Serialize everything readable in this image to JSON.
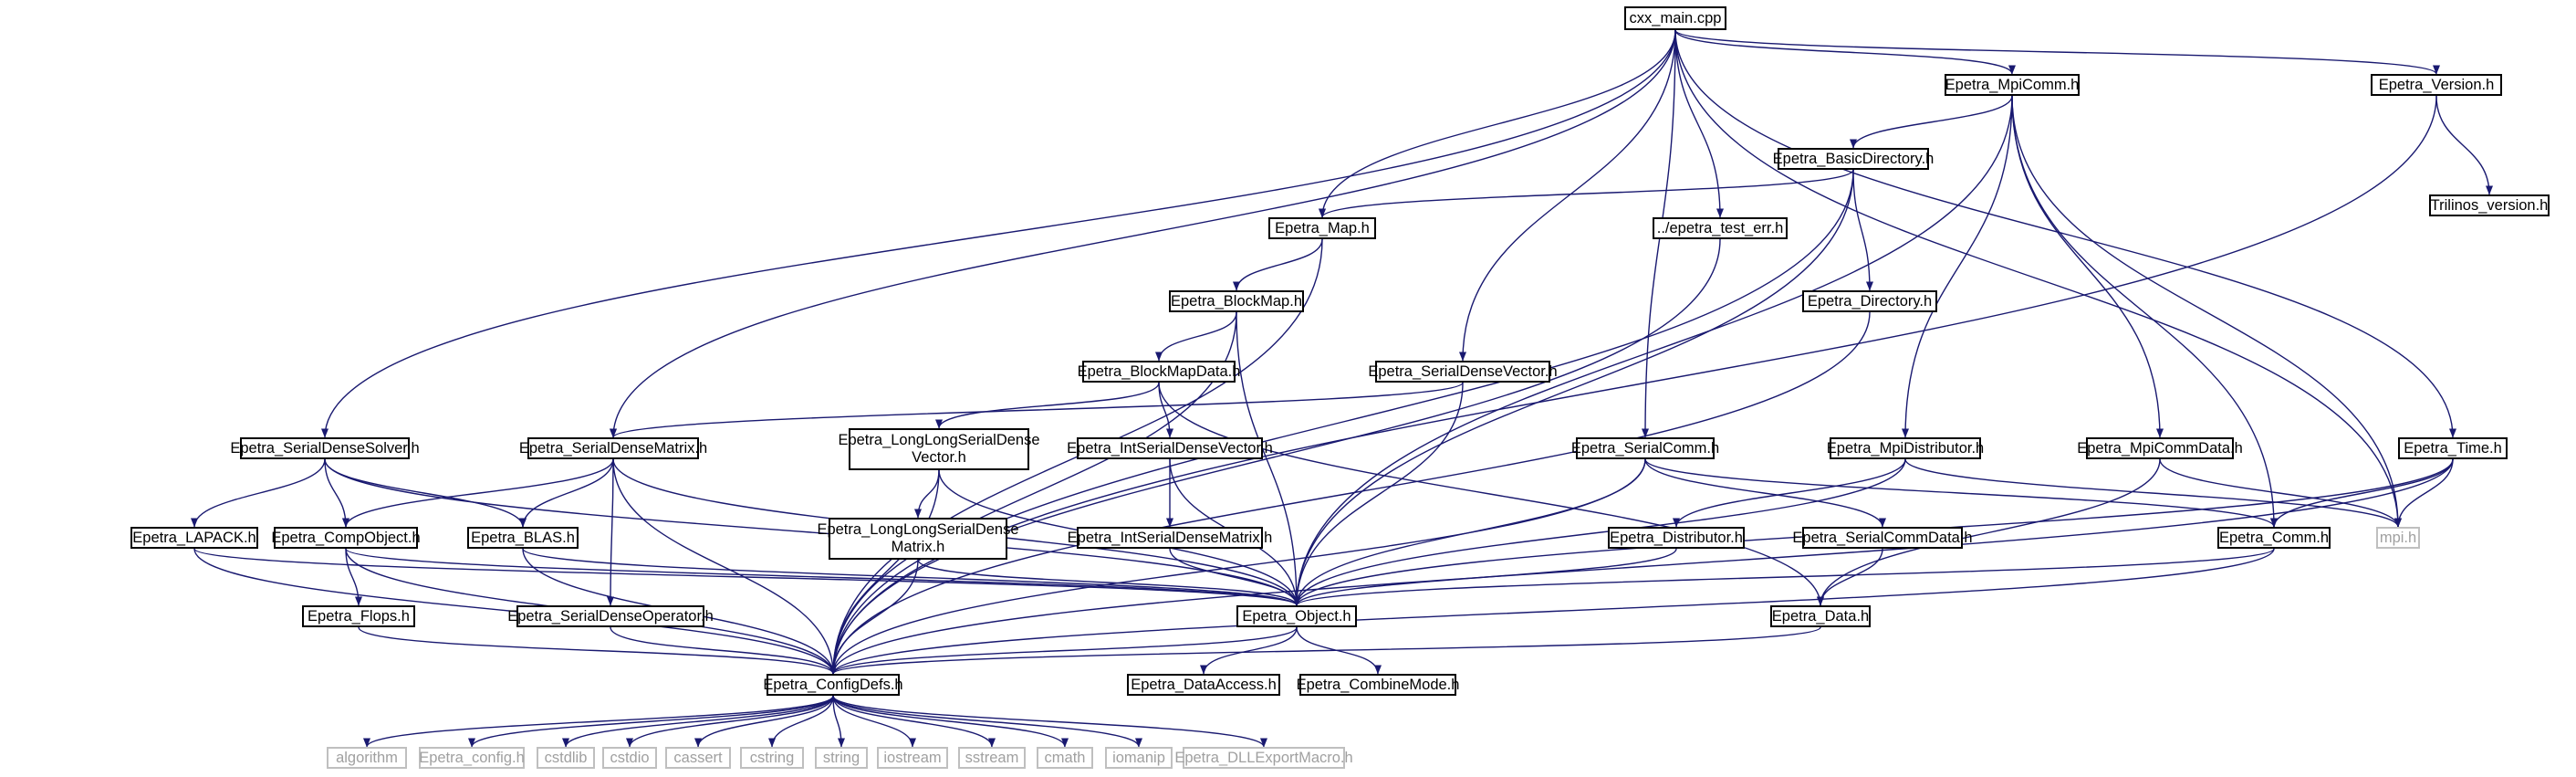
{
  "graph": {
    "edge_color": "#191970",
    "root_fill": "#bfbfbf",
    "external_border": "#bfbfbf",
    "nodes": [
      {
        "id": "cxx_main",
        "label": "cxx_main.cpp",
        "kind": "root",
        "link": false
      },
      {
        "id": "mpicomm",
        "label": "Epetra_MpiComm.h",
        "kind": "file",
        "link": true
      },
      {
        "id": "version",
        "label": "Epetra_Version.h",
        "kind": "file",
        "link": true
      },
      {
        "id": "trilinos_version",
        "label": "Trilinos_version.h",
        "kind": "external",
        "link": false
      },
      {
        "id": "basicdir",
        "label": "Epetra_BasicDirectory.h",
        "kind": "file",
        "link": true
      },
      {
        "id": "map",
        "label": "Epetra_Map.h",
        "kind": "file",
        "link": true
      },
      {
        "id": "test_err",
        "label": "../epetra_test_err.h",
        "kind": "file",
        "link": true
      },
      {
        "id": "blockmap",
        "label": "Epetra_BlockMap.h",
        "kind": "file",
        "link": true
      },
      {
        "id": "directory",
        "label": "Epetra_Directory.h",
        "kind": "file",
        "link": true
      },
      {
        "id": "blockmapdata",
        "label": "Epetra_BlockMapData.h",
        "kind": "file",
        "link": true
      },
      {
        "id": "sdvector",
        "label": "Epetra_SerialDenseVector.h",
        "kind": "file",
        "link": true
      },
      {
        "id": "sdsolver",
        "label": "Epetra_SerialDenseSolver.h",
        "kind": "file",
        "link": true
      },
      {
        "id": "sdmatrix",
        "label": "Epetra_SerialDenseMatrix.h",
        "kind": "file",
        "link": true
      },
      {
        "id": "llsdvector",
        "label": "Epetra_LongLongSerialDense\nVector.h",
        "kind": "file",
        "link": true
      },
      {
        "id": "isdvector",
        "label": "Epetra_IntSerialDenseVector.h",
        "kind": "file",
        "link": true
      },
      {
        "id": "serialcomm",
        "label": "Epetra_SerialComm.h",
        "kind": "file",
        "link": true
      },
      {
        "id": "mpidistributor",
        "label": "Epetra_MpiDistributor.h",
        "kind": "file",
        "link": true
      },
      {
        "id": "mpicommdata",
        "label": "Epetra_MpiCommData.h",
        "kind": "file",
        "link": true
      },
      {
        "id": "time",
        "label": "Epetra_Time.h",
        "kind": "file",
        "link": true
      },
      {
        "id": "lapack",
        "label": "Epetra_LAPACK.h",
        "kind": "file",
        "link": true
      },
      {
        "id": "compobject",
        "label": "Epetra_CompObject.h",
        "kind": "file",
        "link": true
      },
      {
        "id": "blas",
        "label": "Epetra_BLAS.h",
        "kind": "file",
        "link": true
      },
      {
        "id": "llsdmatrix",
        "label": "Epetra_LongLongSerialDense\nMatrix.h",
        "kind": "file",
        "link": true
      },
      {
        "id": "isdmatrix",
        "label": "Epetra_IntSerialDenseMatrix.h",
        "kind": "file",
        "link": true
      },
      {
        "id": "distributor",
        "label": "Epetra_Distributor.h",
        "kind": "file",
        "link": true
      },
      {
        "id": "serialcommdata",
        "label": "Epetra_SerialCommData.h",
        "kind": "file",
        "link": true
      },
      {
        "id": "comm",
        "label": "Epetra_Comm.h",
        "kind": "file",
        "link": true
      },
      {
        "id": "mpi",
        "label": "mpi.h",
        "kind": "external",
        "link": false
      },
      {
        "id": "flops",
        "label": "Epetra_Flops.h",
        "kind": "file",
        "link": true
      },
      {
        "id": "sdoperator",
        "label": "Epetra_SerialDenseOperator.h",
        "kind": "file",
        "link": true
      },
      {
        "id": "object",
        "label": "Epetra_Object.h",
        "kind": "file",
        "link": true
      },
      {
        "id": "data",
        "label": "Epetra_Data.h",
        "kind": "file",
        "link": true
      },
      {
        "id": "configdefs",
        "label": "Epetra_ConfigDefs.h",
        "kind": "file",
        "link": true
      },
      {
        "id": "dataaccess",
        "label": "Epetra_DataAccess.h",
        "kind": "file",
        "link": true
      },
      {
        "id": "combinemode",
        "label": "Epetra_CombineMode.h",
        "kind": "file",
        "link": true
      },
      {
        "id": "algorithm",
        "label": "algorithm",
        "kind": "external",
        "link": false
      },
      {
        "id": "epetra_config",
        "label": "Epetra_config.h",
        "kind": "external",
        "link": false
      },
      {
        "id": "cstdlib",
        "label": "cstdlib",
        "kind": "external",
        "link": false
      },
      {
        "id": "cstdio",
        "label": "cstdio",
        "kind": "external",
        "link": false
      },
      {
        "id": "cassert",
        "label": "cassert",
        "kind": "external",
        "link": false
      },
      {
        "id": "cstring",
        "label": "cstring",
        "kind": "external",
        "link": false
      },
      {
        "id": "string",
        "label": "string",
        "kind": "external",
        "link": false
      },
      {
        "id": "iostream",
        "label": "iostream",
        "kind": "external",
        "link": false
      },
      {
        "id": "sstream",
        "label": "sstream",
        "kind": "external",
        "link": false
      },
      {
        "id": "cmath",
        "label": "cmath",
        "kind": "external",
        "link": false
      },
      {
        "id": "iomanip",
        "label": "iomanip",
        "kind": "external",
        "link": false
      },
      {
        "id": "dllexport",
        "label": "Epetra_DLLExportMacro.h",
        "kind": "external",
        "link": false
      }
    ],
    "edges": [
      [
        "cxx_main",
        "mpicomm"
      ],
      [
        "cxx_main",
        "version"
      ],
      [
        "cxx_main",
        "map"
      ],
      [
        "cxx_main",
        "test_err"
      ],
      [
        "cxx_main",
        "sdvector"
      ],
      [
        "cxx_main",
        "sdsolver"
      ],
      [
        "cxx_main",
        "sdmatrix"
      ],
      [
        "cxx_main",
        "serialcomm"
      ],
      [
        "cxx_main",
        "time"
      ],
      [
        "cxx_main",
        "mpi"
      ],
      [
        "mpicomm",
        "basicdir"
      ],
      [
        "mpicomm",
        "mpidistributor"
      ],
      [
        "mpicomm",
        "mpicommdata"
      ],
      [
        "mpicomm",
        "comm"
      ],
      [
        "mpicomm",
        "mpi"
      ],
      [
        "mpicomm",
        "object"
      ],
      [
        "version",
        "trilinos_version"
      ],
      [
        "version",
        "configdefs"
      ],
      [
        "basicdir",
        "map"
      ],
      [
        "basicdir",
        "directory"
      ],
      [
        "basicdir",
        "object"
      ],
      [
        "basicdir",
        "configdefs"
      ],
      [
        "map",
        "blockmap"
      ],
      [
        "map",
        "configdefs"
      ],
      [
        "test_err",
        "configdefs"
      ],
      [
        "blockmap",
        "blockmapdata"
      ],
      [
        "blockmap",
        "object"
      ],
      [
        "blockmap",
        "configdefs"
      ],
      [
        "directory",
        "configdefs"
      ],
      [
        "blockmapdata",
        "llsdvector"
      ],
      [
        "blockmapdata",
        "isdvector"
      ],
      [
        "blockmapdata",
        "data"
      ],
      [
        "sdvector",
        "sdmatrix"
      ],
      [
        "sdvector",
        "object"
      ],
      [
        "sdsolver",
        "lapack"
      ],
      [
        "sdsolver",
        "compobject"
      ],
      [
        "sdsolver",
        "blas"
      ],
      [
        "sdsolver",
        "object"
      ],
      [
        "sdmatrix",
        "compobject"
      ],
      [
        "sdmatrix",
        "blas"
      ],
      [
        "sdmatrix",
        "sdoperator"
      ],
      [
        "sdmatrix",
        "object"
      ],
      [
        "sdmatrix",
        "configdefs"
      ],
      [
        "llsdvector",
        "llsdmatrix"
      ],
      [
        "llsdvector",
        "object"
      ],
      [
        "llsdvector",
        "configdefs"
      ],
      [
        "isdvector",
        "isdmatrix"
      ],
      [
        "isdvector",
        "object"
      ],
      [
        "serialcomm",
        "serialcommdata"
      ],
      [
        "serialcomm",
        "comm"
      ],
      [
        "serialcomm",
        "object"
      ],
      [
        "serialcomm",
        "configdefs"
      ],
      [
        "mpidistributor",
        "distributor"
      ],
      [
        "mpidistributor",
        "mpi"
      ],
      [
        "mpidistributor",
        "object"
      ],
      [
        "mpicommdata",
        "data"
      ],
      [
        "mpicommdata",
        "mpi"
      ],
      [
        "time",
        "comm"
      ],
      [
        "time",
        "mpi"
      ],
      [
        "time",
        "object"
      ],
      [
        "time",
        "configdefs"
      ],
      [
        "lapack",
        "object"
      ],
      [
        "lapack",
        "configdefs"
      ],
      [
        "compobject",
        "flops"
      ],
      [
        "compobject",
        "object"
      ],
      [
        "compobject",
        "configdefs"
      ],
      [
        "blas",
        "object"
      ],
      [
        "blas",
        "configdefs"
      ],
      [
        "llsdmatrix",
        "object"
      ],
      [
        "llsdmatrix",
        "configdefs"
      ],
      [
        "isdmatrix",
        "object"
      ],
      [
        "distributor",
        "object"
      ],
      [
        "serialcommdata",
        "data"
      ],
      [
        "comm",
        "object"
      ],
      [
        "comm",
        "configdefs"
      ],
      [
        "flops",
        "configdefs"
      ],
      [
        "sdoperator",
        "configdefs"
      ],
      [
        "object",
        "configdefs"
      ],
      [
        "object",
        "dataaccess"
      ],
      [
        "object",
        "combinemode"
      ],
      [
        "data",
        "configdefs"
      ],
      [
        "configdefs",
        "algorithm"
      ],
      [
        "configdefs",
        "epetra_config"
      ],
      [
        "configdefs",
        "cstdlib"
      ],
      [
        "configdefs",
        "cstdio"
      ],
      [
        "configdefs",
        "cassert"
      ],
      [
        "configdefs",
        "cstring"
      ],
      [
        "configdefs",
        "string"
      ],
      [
        "configdefs",
        "iostream"
      ],
      [
        "configdefs",
        "sstream"
      ],
      [
        "configdefs",
        "cmath"
      ],
      [
        "configdefs",
        "iomanip"
      ],
      [
        "configdefs",
        "dllexport"
      ]
    ]
  }
}
